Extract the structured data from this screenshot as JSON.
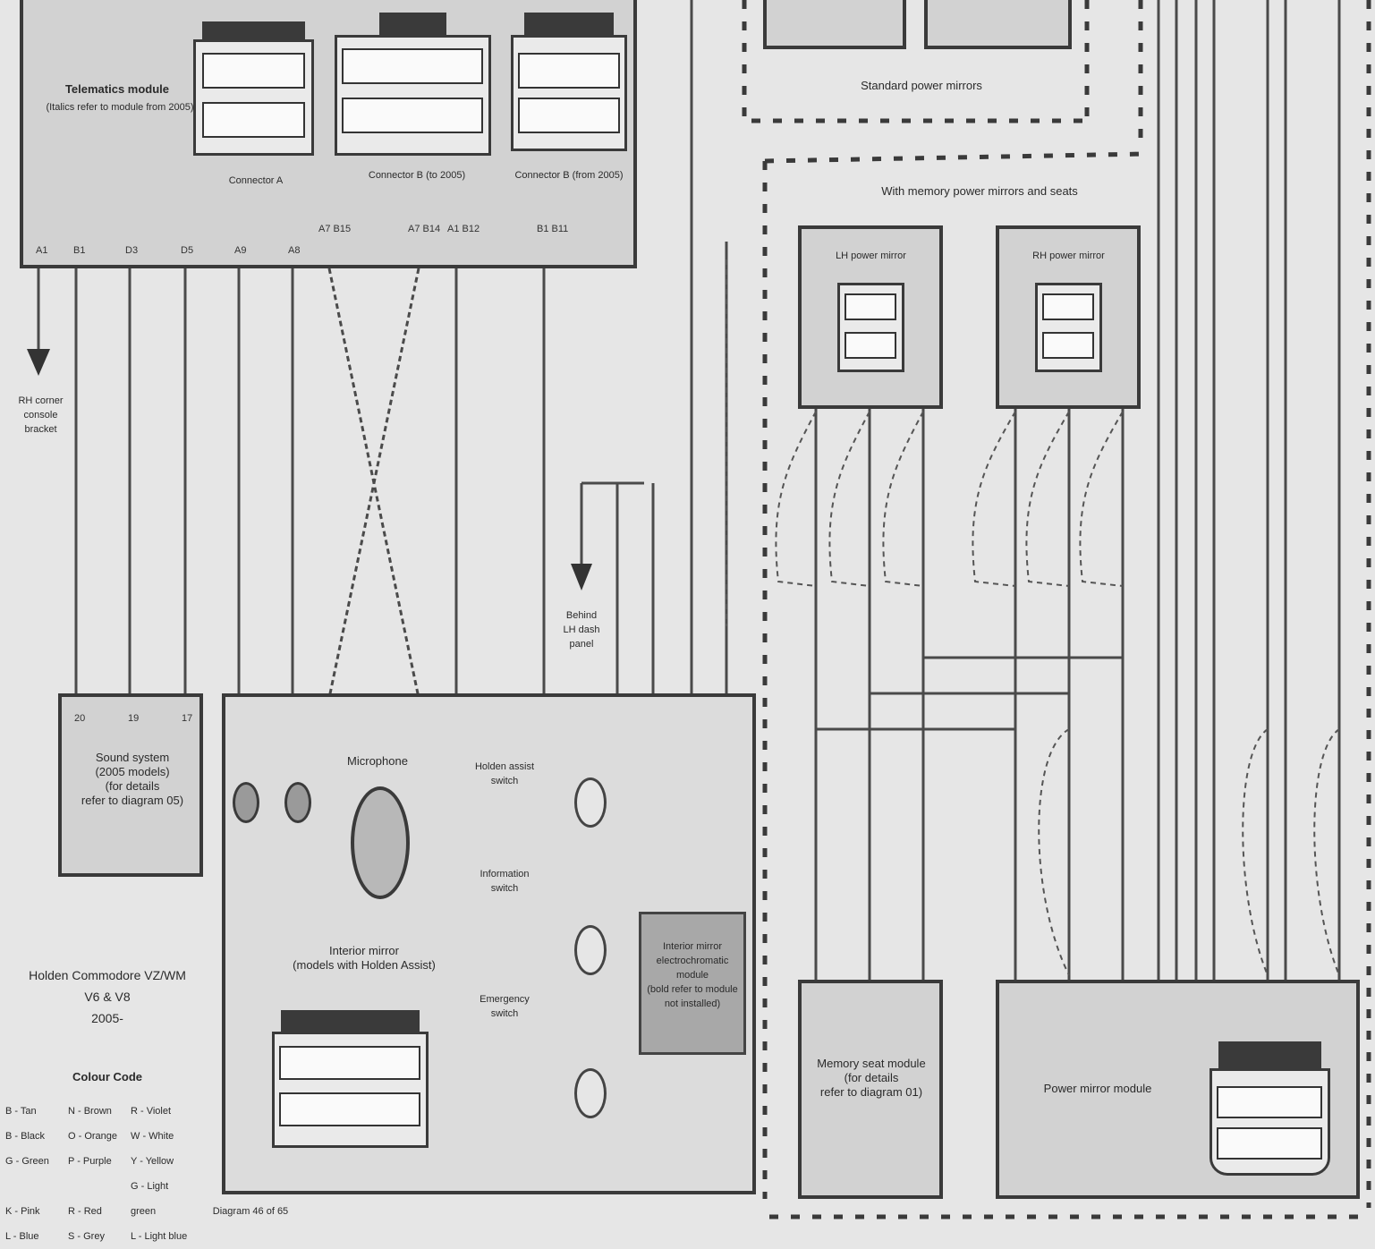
{
  "telematics_module": {
    "title": "Telematics module",
    "subtitle": "(Italics refer to module from 2005)",
    "connector_a": "Connector A",
    "connector_b_to": "Connector B (to 2005)",
    "connector_b_from": "Connector B (from 2005)",
    "pins": [
      "A1",
      "B1",
      "D3",
      "D5",
      "A9",
      "A8",
      "A7 B15",
      "A7 B14",
      "A1 B12",
      "B1 B11"
    ]
  },
  "rh_connector_bracket": "RH corner console bracket",
  "sound_system": {
    "title": "Sound system\n(2005 models)\n(for details\nrefer to diagram 05)",
    "pins": [
      "20",
      "19",
      "17"
    ]
  },
  "interior_mirror": {
    "microphone": "Microphone",
    "title": "Interior mirror\n(models with Holden Assist)",
    "holden_assist_switch": "Holden assist\nswitch",
    "information_switch": "Information\nswitch",
    "emergency_switch": "Emergency\nswitch"
  },
  "auto_dimming_module": "Interior mirror\nelectrochromatic module\n(bold refer to module\nnot installed)",
  "behind_lh_dash": "Behind\nLH dash\npanel",
  "standard_power_mirrors": "Standard power mirrors",
  "memory_section": "With memory power mirrors and seats",
  "lh_power_mirror": "LH power mirror",
  "rh_power_mirror": "RH power mirror",
  "memory_seat_module": "Memory seat module\n(for details\nrefer to diagram 01)",
  "power_mirror_module": "Power mirror module",
  "title_block": "Holden Commodore VZ/WM\nV6 & V8\n2005-",
  "colour_code_title": "Colour Code",
  "colour_codes": [
    "B - Tan",
    "N - Brown",
    "R - Violet",
    "B - Black",
    "O - Orange",
    "W - White",
    "G - Green",
    "P - Purple",
    "Y - Yellow",
    "K - Pink",
    "R - Red",
    "G - Light green",
    "L - Blue",
    "S - Grey",
    "L - Light blue"
  ],
  "diagram_number": "Diagram 46 of 65",
  "colors": {
    "background": "#e6e6e6",
    "box": "#d2d2d2",
    "ink": "#3a3a3a",
    "shaded": "#a8a8a8"
  }
}
